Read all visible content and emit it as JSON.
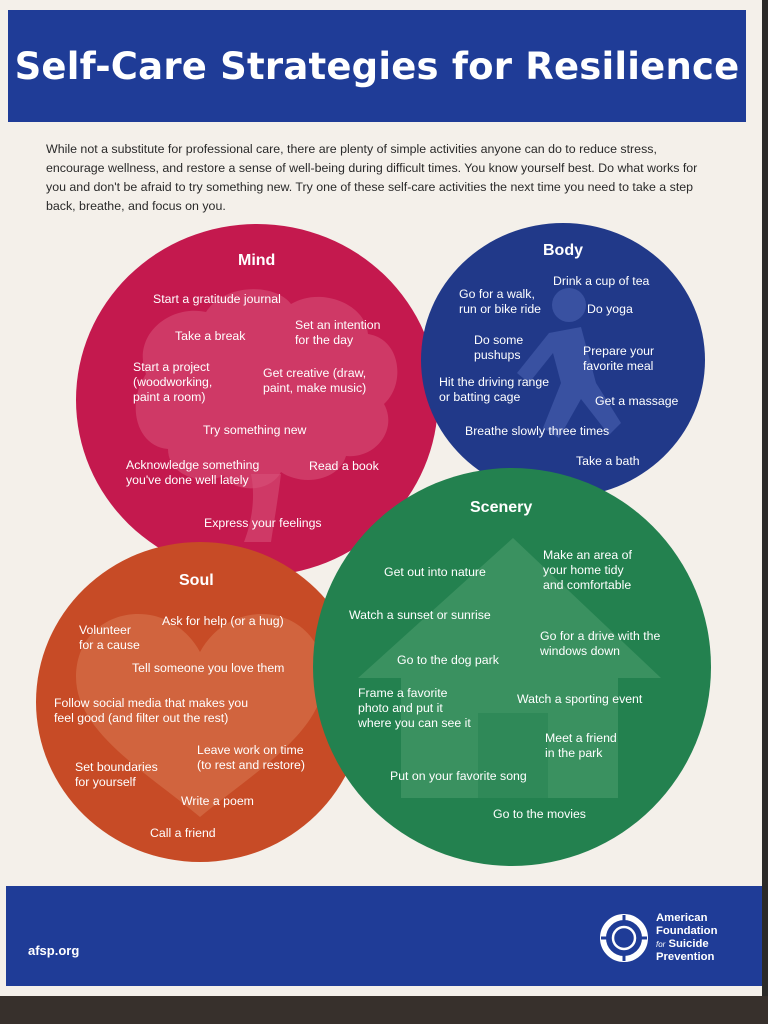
{
  "title": "Self-Care Strategies for Resilience",
  "intro": "While not a substitute for professional care, there are plenty of simple activities anyone can do to reduce stress, encourage wellness, and restore a sense of well-being during difficult times. You know yourself best. Do what works for you and don't be afraid to try something new. Try one of these self-care activities the next time you need to take a step back, breathe, and focus on you.",
  "colors": {
    "banner": "#1f3c97",
    "mind": "#c4194e",
    "body": "#213989",
    "soul": "#c74b26",
    "scenery": "#23814f",
    "paper": "#f4f0ea"
  },
  "mind": {
    "heading": "Mind",
    "icon": "brain-icon",
    "items": [
      "Start a gratitude journal",
      "Take a break",
      "Set an intention\nfor the day",
      "Start a project\n(woodworking,\npaint a room)",
      "Get creative (draw,\npaint, make music)",
      "Try something new",
      "Acknowledge something\nyou've done well lately",
      "Read a book",
      "Express your feelings"
    ]
  },
  "body": {
    "heading": "Body",
    "icon": "walking-person-icon",
    "items": [
      "Drink a cup of tea",
      "Go for a walk,\nrun or bike ride",
      "Do yoga",
      "Do some\npushups",
      "Prepare your\nfavorite meal",
      "Hit the driving range\nor batting cage",
      "Get a massage",
      "Breathe slowly three times",
      "Take a bath"
    ]
  },
  "soul": {
    "heading": "Soul",
    "icon": "heart-icon",
    "items": [
      "Ask for help (or a hug)",
      "Volunteer\nfor a cause",
      "Tell someone you love them",
      "Follow social media that makes you\nfeel good (and filter out the rest)",
      "Leave work on time\n(to rest and restore)",
      "Set boundaries\nfor yourself",
      "Write a poem",
      "Call a friend"
    ]
  },
  "scenery": {
    "heading": "Scenery",
    "icon": "house-icon",
    "items": [
      "Make an area of\nyour home tidy\nand comfortable",
      "Get out into nature",
      "Watch a sunset or sunrise",
      "Go for a drive with the\nwindows down",
      "Go to the dog park",
      "Frame a favorite\nphoto and put it\nwhere you can see it",
      "Watch a sporting event",
      "Meet a friend\nin the park",
      "Put on your favorite song",
      "Go to the movies"
    ]
  },
  "footer": {
    "url": "afsp.org",
    "logo_icon": "life-ring-icon",
    "org_line1": "American",
    "org_line2": "Foundation",
    "org_for": "for",
    "org_line3": "Suicide",
    "org_line4": "Prevention"
  }
}
